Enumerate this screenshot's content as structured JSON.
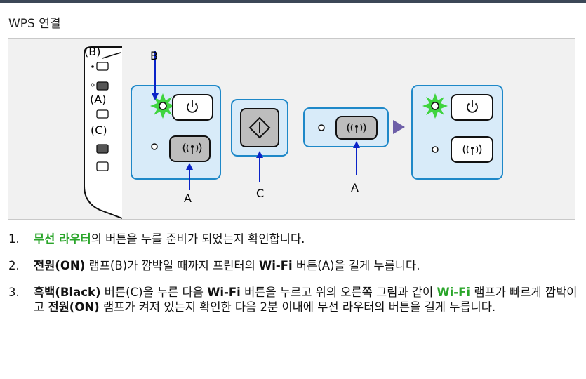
{
  "title": "WPS 연결",
  "figure": {
    "label_B_top": "B",
    "label_A1": "A",
    "label_C": "C",
    "label_A2": "A",
    "side_label_B": "(B)",
    "side_label_A": "(A)",
    "side_label_C": "(C)"
  },
  "steps": [
    {
      "num": "1.",
      "link": "무선 라우터",
      "text1": "의 버튼을 누를 준비가 되었는지 확인합니다."
    },
    {
      "num": "2.",
      "bold1": "전원(ON)",
      "text1": " 램프(B)가 깜박일 때까지 프린터의 ",
      "bold2": "Wi-Fi",
      "text2": " 버튼(A)을 길게 누릅니다."
    },
    {
      "num": "3.",
      "bold1": "흑백(Black)",
      "text1": " 버튼(C)을 누른 다음 ",
      "bold2": "Wi-Fi",
      "text2": " 버튼을 누르고 위의 오른쪽 그림과 같이 ",
      "link": "Wi-Fi",
      "text3": " 램프가 빠르게 깜박이고 ",
      "bold3": "전원(ON)",
      "text4": " 램프가 켜져 있는지 확인한 다음 2분 이내에 무선 라우터의 버튼을 길게 누릅니다."
    }
  ],
  "colors": {
    "accent_green": "#2aa52a",
    "panel_border": "#1e88c8",
    "arrow_blue": "#0a23c8",
    "next_arrow": "#6e5fa8",
    "top_bar": "#3c4757"
  },
  "icons": [
    "power-icon",
    "wifi-icon",
    "start-diamond-icon",
    "green-lamp-flashing-icon",
    "next-arrow-icon"
  ]
}
